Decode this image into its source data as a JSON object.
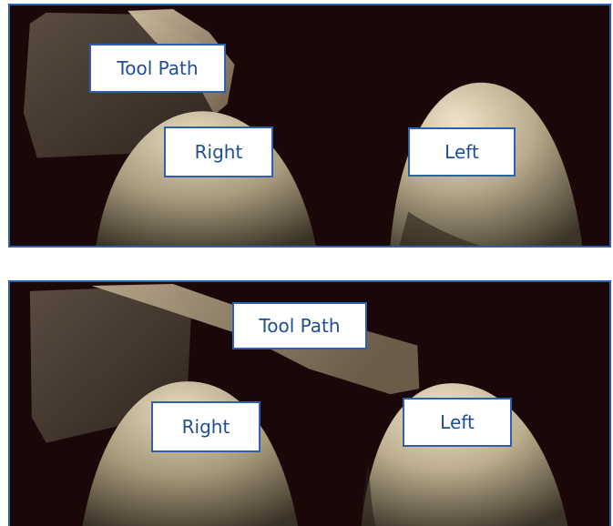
{
  "colors": {
    "panel_border": "#2f5fb0",
    "label_text": "#1f4e96",
    "label_fill": "#ffffff",
    "background": "#1a0708",
    "egg_highlight": "#e8dcc2",
    "egg_shadow": "#5a5040",
    "tool_block": "#4a3d33"
  },
  "panels": [
    {
      "labels": {
        "tool_path": "Tool Path",
        "right": "Right",
        "left": "Left"
      }
    },
    {
      "labels": {
        "tool_path": "Tool Path",
        "right": "Right",
        "left": "Left"
      }
    }
  ]
}
